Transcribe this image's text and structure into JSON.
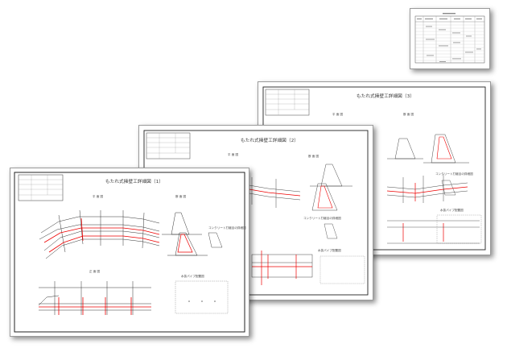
{
  "sheets": [
    {
      "id": "index",
      "title": "",
      "labels": []
    },
    {
      "id": "sheet3",
      "title": "もたれ式擁壁工詳細図（3）",
      "labels": [
        "平 面 図",
        "断 面 図",
        "コンクリート打継目の詳細図",
        "水抜パイプ配置図"
      ]
    },
    {
      "id": "sheet2",
      "title": "もたれ式擁壁工詳細図（2）",
      "labels": [
        "平 面 図",
        "断 面 図",
        "コンクリート打継目の詳細図",
        "水抜パイプ配置図"
      ]
    },
    {
      "id": "sheet1",
      "title": "もたれ式擁壁工詳細図（1）",
      "labels": [
        "平 面 図",
        "断 面 図",
        "正 面 図",
        "コンクリート打継目の詳細図",
        "水抜パイプ配置図"
      ]
    }
  ]
}
